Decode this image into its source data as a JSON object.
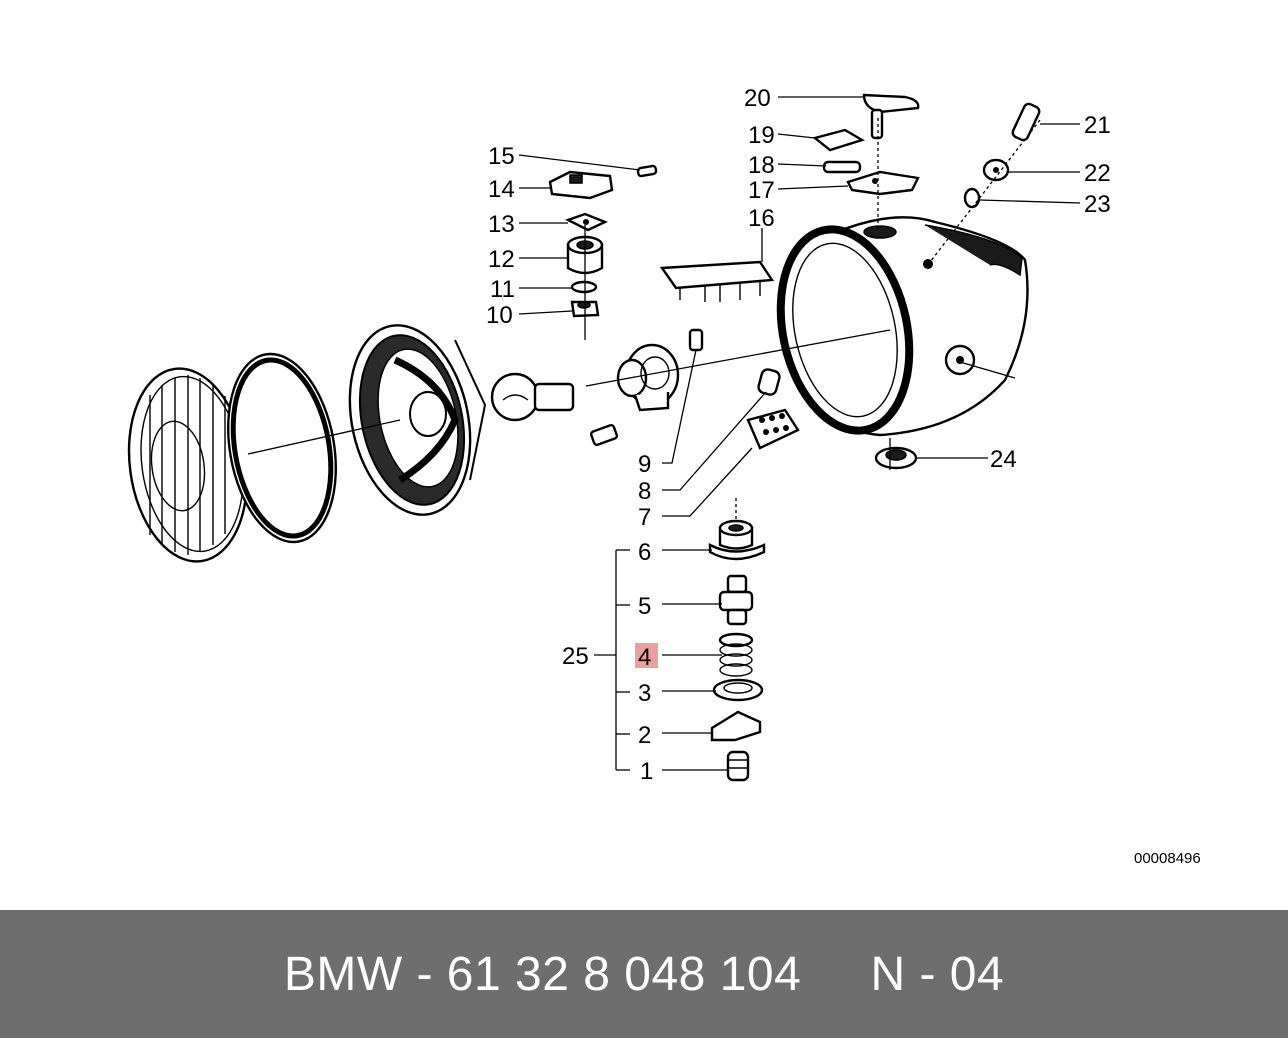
{
  "diagram": {
    "labels": {
      "l1": "1",
      "l2": "2",
      "l3": "3",
      "l4": "4",
      "l5": "5",
      "l6": "6",
      "l7": "7",
      "l8": "8",
      "l9": "9",
      "l10": "10",
      "l11": "11",
      "l12": "12",
      "l13": "13",
      "l14": "14",
      "l15": "15",
      "l16": "16",
      "l17": "17",
      "l18": "18",
      "l19": "19",
      "l20": "20",
      "l21": "21",
      "l22": "22",
      "l23": "23",
      "l24": "24",
      "l25": "25"
    },
    "highlighted_label": "4",
    "highlight_color": "#e8a0a0",
    "drawing_number": "00008496"
  },
  "footer": {
    "text": "BMW - 61 32 8 048 104     N - 04",
    "background": "#6e6e6e"
  }
}
